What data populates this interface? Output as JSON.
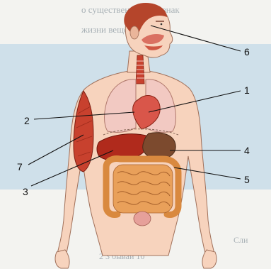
{
  "figure": {
    "background_top": "#eef0ef",
    "band_color": "#cfe0ea",
    "skin": "#f7d3bd",
    "skin_shadow": "#e9b79c",
    "hair": "#b5452b",
    "muscle": "#c8412e",
    "lung": "#f2c9c2",
    "liver": "#b02a1c",
    "intestine": "#e9a05a",
    "bleed_text": {
      "top_lines": [
        "о существенный признак",
        "жизни вещества"
      ],
      "bottom_left": "Сли",
      "bottom_mid": "2 3 бывай 10"
    }
  },
  "labels": [
    {
      "id": "1",
      "text": "1"
    },
    {
      "id": "2",
      "text": "2"
    },
    {
      "id": "3",
      "text": "3"
    },
    {
      "id": "4",
      "text": "4"
    },
    {
      "id": "5",
      "text": "5"
    },
    {
      "id": "6",
      "text": "6"
    },
    {
      "id": "7",
      "text": "7"
    }
  ]
}
